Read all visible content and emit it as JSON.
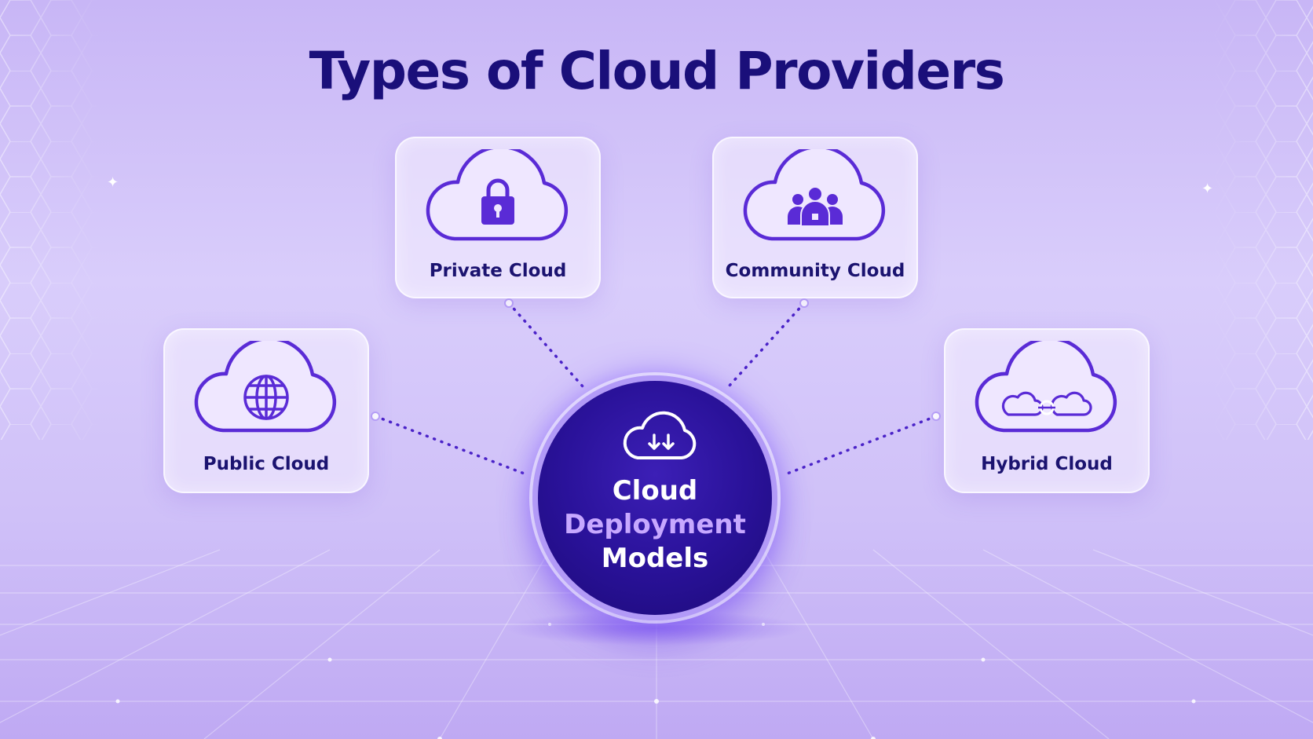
{
  "title": "Types of Cloud Providers",
  "hub": {
    "line1": "Cloud",
    "line2": "Deployment",
    "line3": "Models",
    "icon": "cloud-download-icon"
  },
  "nodes": [
    {
      "id": "private",
      "label": "Private Cloud",
      "icon": "lock-icon"
    },
    {
      "id": "community",
      "label": "Community Cloud",
      "icon": "people-group-icon"
    },
    {
      "id": "public",
      "label": "Public Cloud",
      "icon": "globe-icon"
    },
    {
      "id": "hybrid",
      "label": "Hybrid Cloud",
      "icon": "linked-clouds-icon"
    }
  ],
  "colors": {
    "title": "#1a0f7a",
    "accent": "#5a2bd6",
    "hub": "#2a129a",
    "hub_highlight": "#c7a8ff",
    "connector": "#4a22c8"
  }
}
